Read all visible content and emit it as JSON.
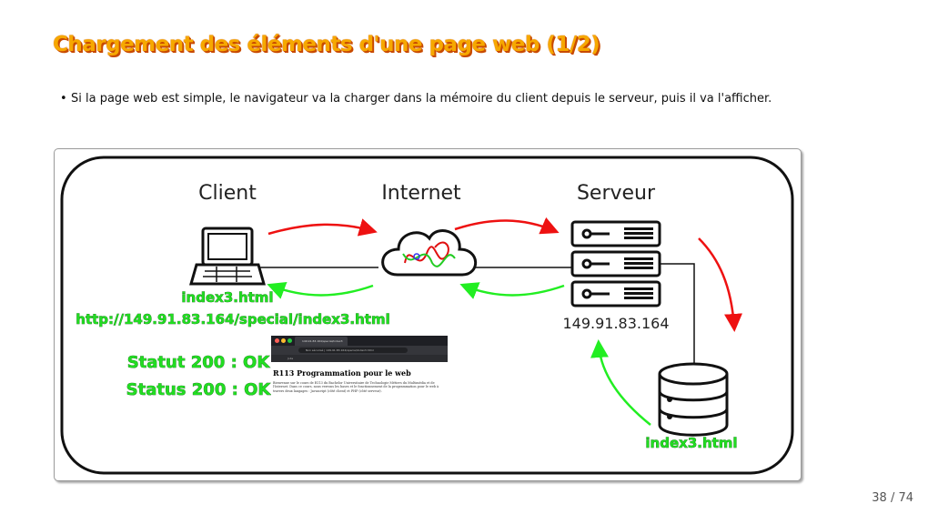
{
  "slide": {
    "title": "Chargement des éléments d'une page web (1/2)",
    "bullet": "Si la page web est simple, le navigateur va la charger dans la mémoire du client depuis le serveur, puis il va l'afficher.",
    "page_number": "38 / 74"
  },
  "diagram": {
    "client_label": "Client",
    "internet_label": "Internet",
    "server_label": "Serveur",
    "server_ip": "149.91.83.164",
    "client_file": "index3.html",
    "client_url": "http://149.91.83.164/special/index3.html",
    "status_fr": "Statut 200 : OK",
    "status_en": "Status 200 : OK",
    "db_file": "index3.html",
    "colors": {
      "request_arrow": "#ee1111",
      "response_arrow": "#22ee22",
      "green_text": "#22dd22"
    }
  },
  "browser": {
    "tab_title": "149.91.83.164/special/index3",
    "url": "Non sécurisé | 149.91.83.164/special/index3.html",
    "bookmarks": "Jobs",
    "heading": "R113 Programmation pour le web",
    "paragraph": "Bienvenue sur le cours de R113 du Bachelor Universitaire de Technologie Métiers du Multimédia et de l'Internet. Dans ce cours, nous verrons les bases et le fonctionnement de la programmation pour le web à travers deux langages : Javascript (côté client) et PHP (côté serveur)."
  }
}
